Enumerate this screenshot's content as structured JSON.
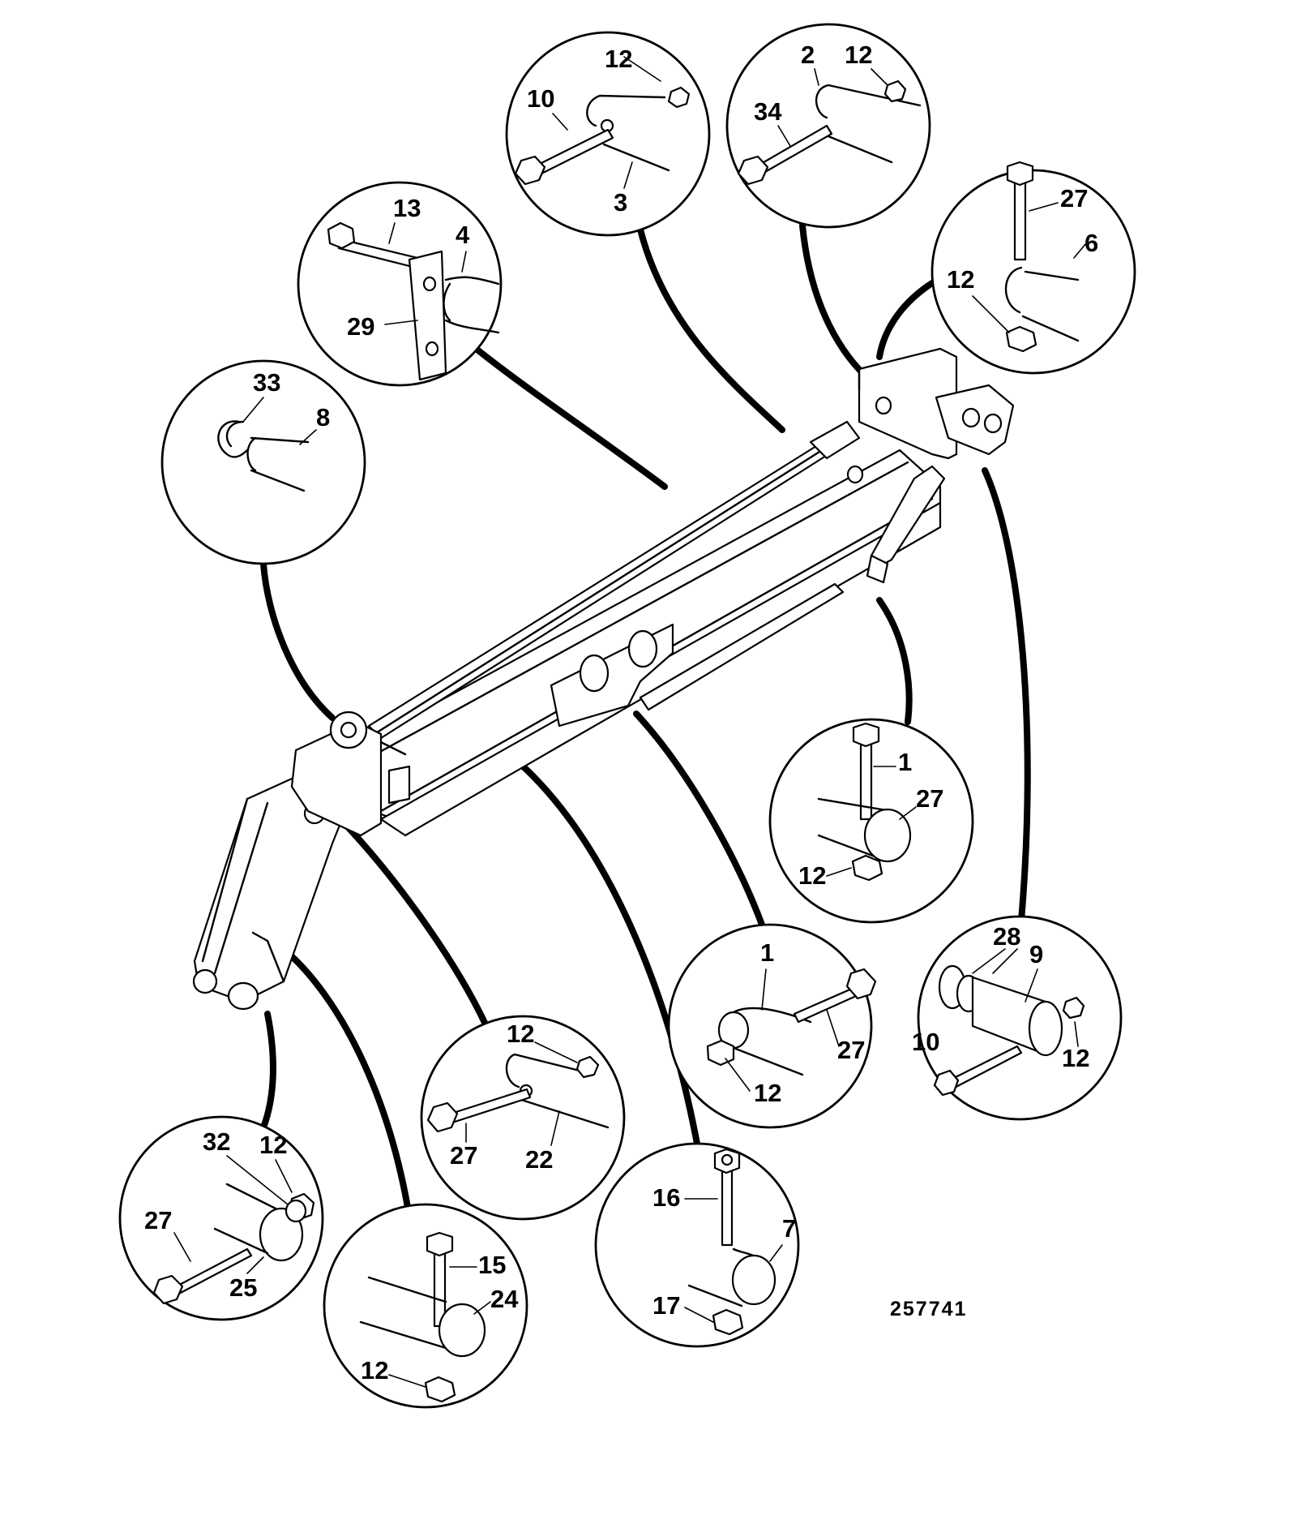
{
  "diagram": {
    "reference_number": "257741",
    "callouts": [
      {
        "id": "c_10_3",
        "labels": [
          "12",
          "10",
          "3"
        ]
      },
      {
        "id": "c_2_34",
        "labels": [
          "2",
          "12",
          "34"
        ]
      },
      {
        "id": "c_27_6",
        "labels": [
          "27",
          "6",
          "12"
        ]
      },
      {
        "id": "c_13_4",
        "labels": [
          "13",
          "4",
          "29"
        ]
      },
      {
        "id": "c_33_8",
        "labels": [
          "33",
          "8"
        ]
      },
      {
        "id": "c_1_27a",
        "labels": [
          "1",
          "27",
          "12"
        ]
      },
      {
        "id": "c_28_9",
        "labels": [
          "28",
          "9",
          "10",
          "12"
        ]
      },
      {
        "id": "c_1_27b",
        "labels": [
          "1",
          "27",
          "12"
        ]
      },
      {
        "id": "c_12_22",
        "labels": [
          "12",
          "27",
          "22"
        ]
      },
      {
        "id": "c_32_25",
        "labels": [
          "32",
          "12",
          "27",
          "25"
        ]
      },
      {
        "id": "c_15_24",
        "labels": [
          "15",
          "24",
          "12"
        ]
      },
      {
        "id": "c_16_7",
        "labels": [
          "16",
          "7",
          "17"
        ]
      }
    ]
  }
}
